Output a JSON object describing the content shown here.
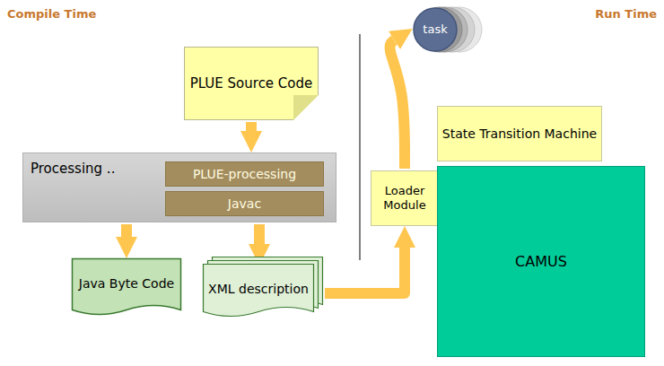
{
  "diagram": {
    "nodes": [
      {
        "text": [
          "PLUE Source Code"
        ]
      },
      {
        "text": [
          "Processing .."
        ]
      },
      {
        "text": [
          "PLUE-processing"
        ],
        "in": 1
      },
      {
        "text": [
          "Javac"
        ],
        "in": 1
      },
      {
        "text": [
          "Java Byte Code"
        ]
      },
      {
        "text": [
          "XML description"
        ]
      },
      {
        "text": [
          "Loader Module"
        ]
      },
      {
        "text": [
          "CAMUS"
        ]
      },
      {
        "text": [
          "State Transition Machine"
        ]
      },
      {
        "text": [
          "task"
        ]
      }
    ],
    "edges": [
      {
        "from": 0,
        "to": 1,
        "arrow": "to"
      },
      {
        "from": 1,
        "to": 4,
        "arrow": "to"
      },
      {
        "from": 1,
        "to": 5,
        "arrow": "to"
      },
      {
        "from": 5,
        "to": 6,
        "arrow": "to"
      },
      {
        "from": 6,
        "to": 9,
        "arrow": "to"
      }
    ],
    "labels": [
      "Compile Time",
      "Run Time"
    ]
  }
}
